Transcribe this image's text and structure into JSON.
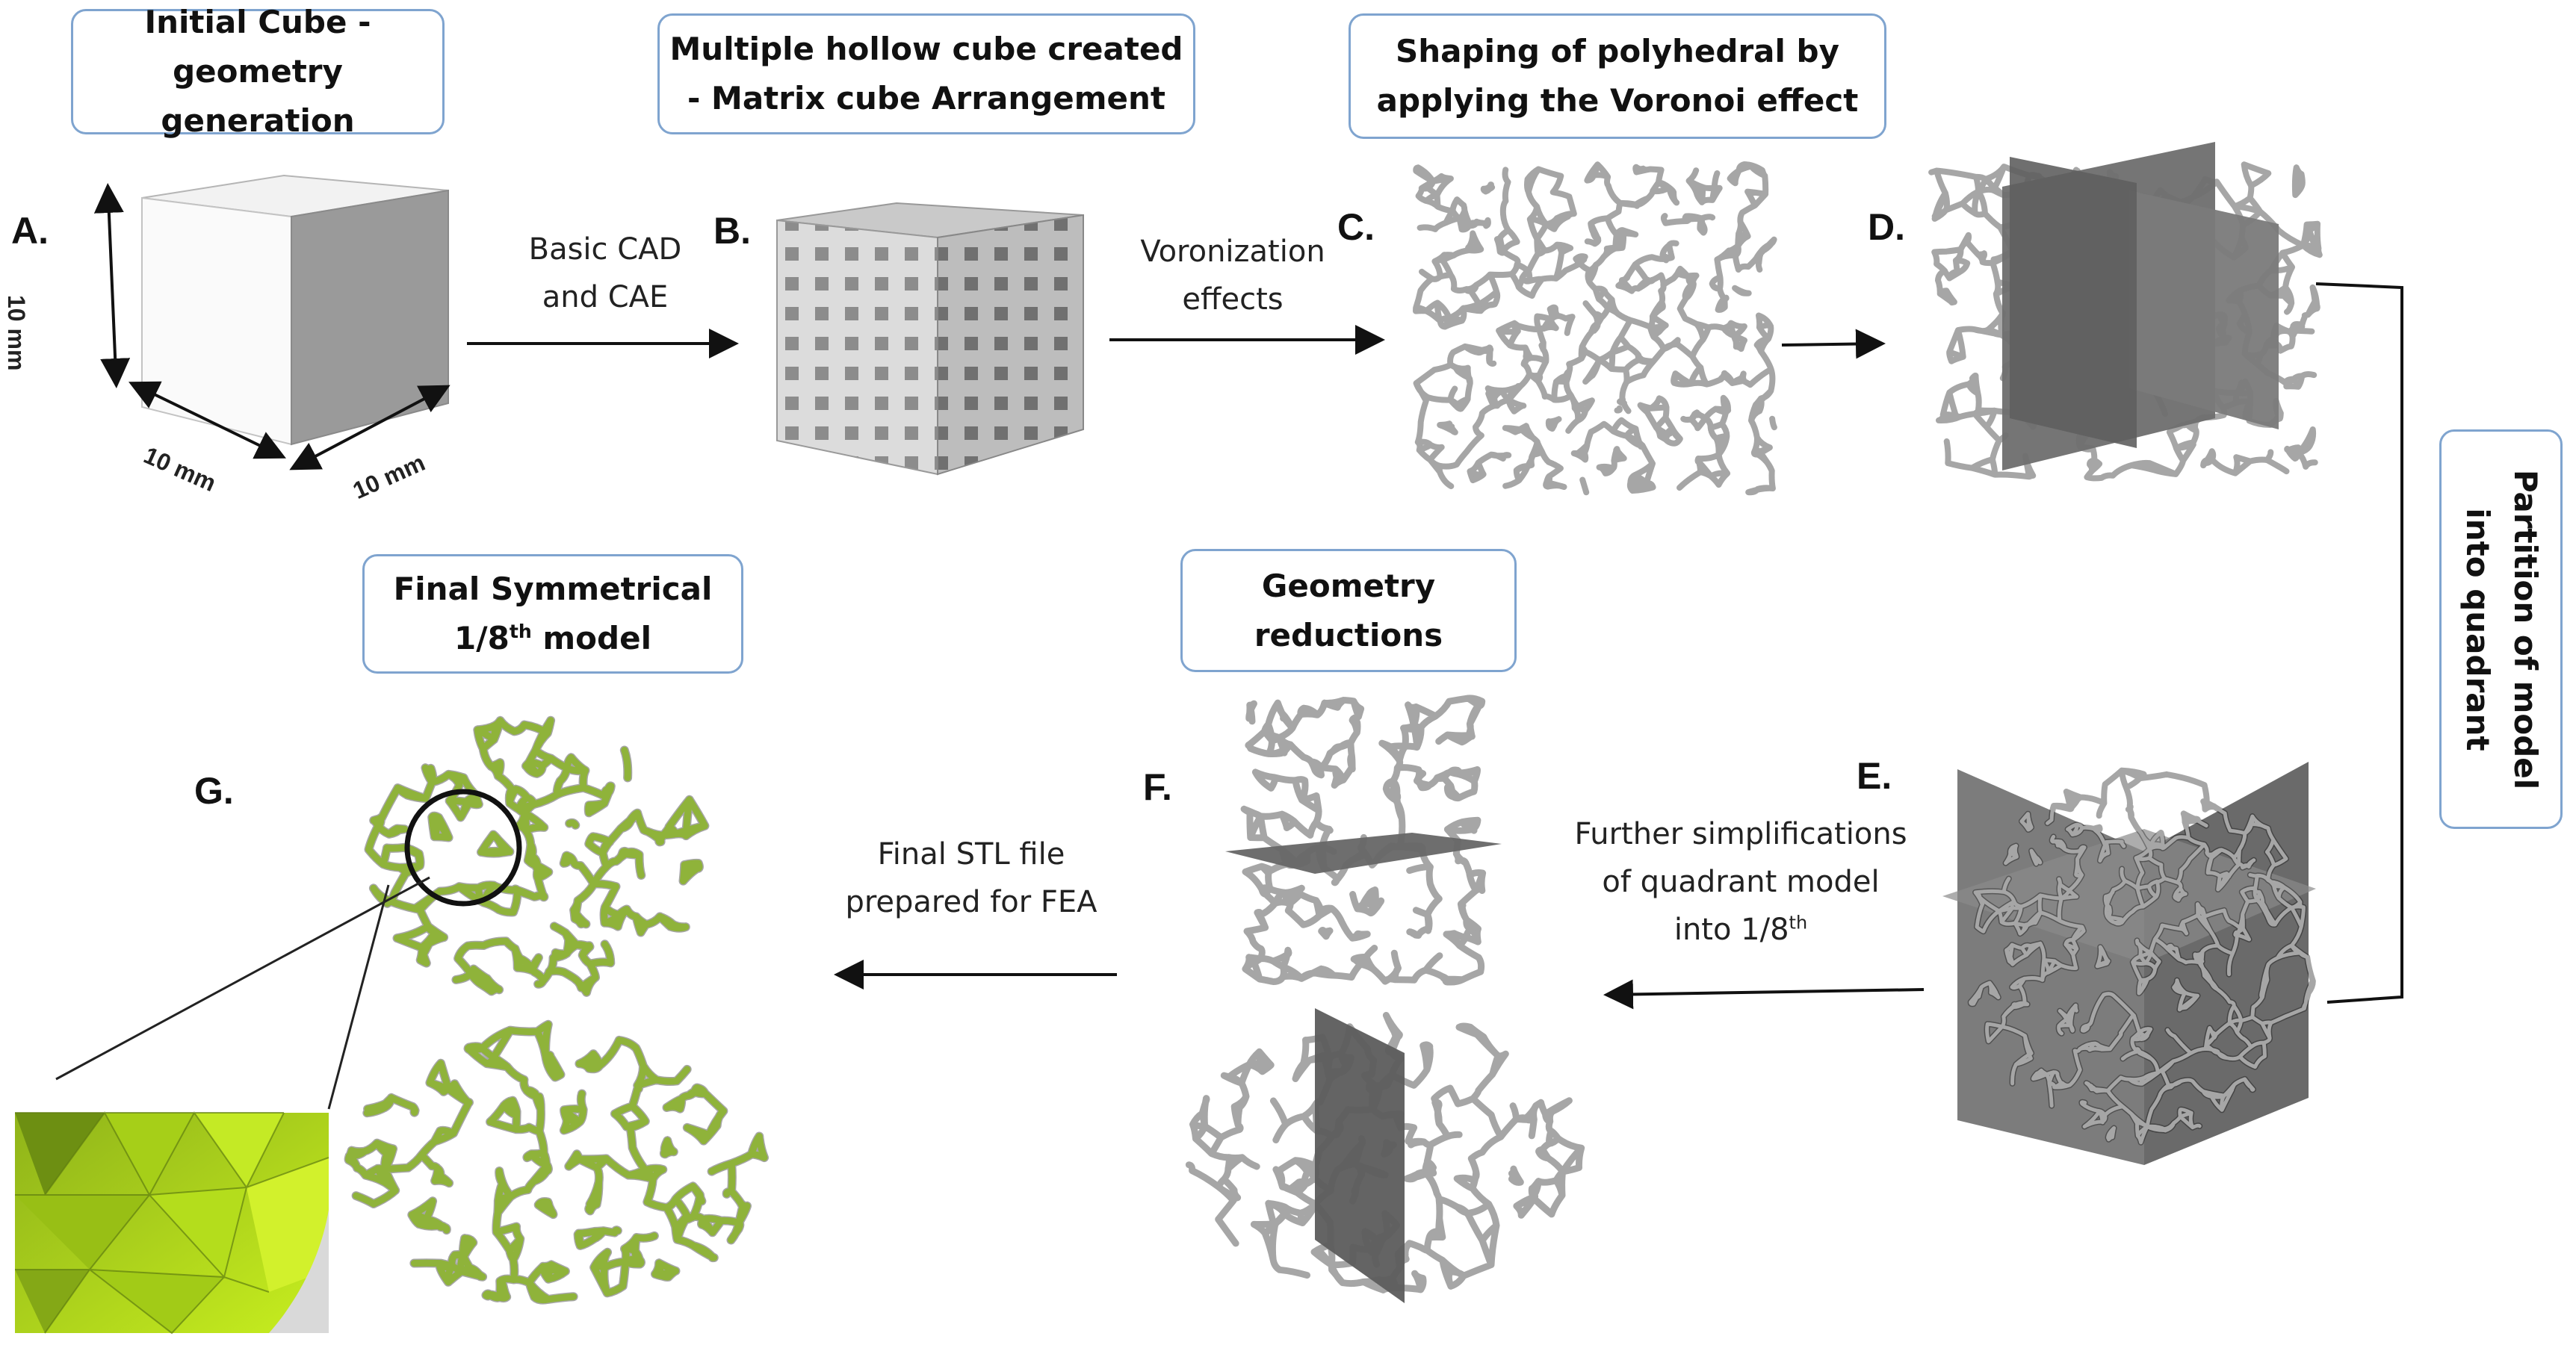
{
  "stage_boxes": {
    "initial_cube": [
      "Initial Cube -",
      "geometry generation"
    ],
    "hollow_cube": [
      "Multiple hollow cube created",
      "- Matrix cube Arrangement"
    ],
    "voronoi": [
      "Shaping of polyhedral by",
      "applying the Voronoi effect"
    ],
    "final_model_line1": "Final Symmetrical",
    "final_model_line2_prefix": "1/8",
    "final_model_line2_sup": "th",
    "final_model_line2_suffix": " model",
    "geometry_reductions": [
      "Geometry",
      "reductions"
    ],
    "partition": [
      "Partition of model",
      "into quadrant"
    ]
  },
  "panel_letters": {
    "a": "A.",
    "b": "B.",
    "c": "C.",
    "d": "D.",
    "e": "E.",
    "f": "F.",
    "g": "G."
  },
  "arrow_labels": {
    "cad_cae": [
      "Basic CAD",
      "and CAE"
    ],
    "voronization": [
      "Voronization",
      "effects"
    ],
    "further_line1": "Further simplifications",
    "further_line2": "of quadrant model",
    "further_line3_prefix": "into 1/8",
    "further_line3_sup": "th",
    "stl": [
      "Final STL file",
      "prepared for FEA"
    ]
  },
  "dimensions": {
    "height": "10 mm",
    "width": "10 mm",
    "depth": "10 mm"
  },
  "colors": {
    "box_border": "#7fa4cf",
    "strut_gray": "#a6a6a6",
    "strut_green": "#8fb33a",
    "plane_gray": "#6e6e6e",
    "mesh_green": "#b7e01a"
  }
}
